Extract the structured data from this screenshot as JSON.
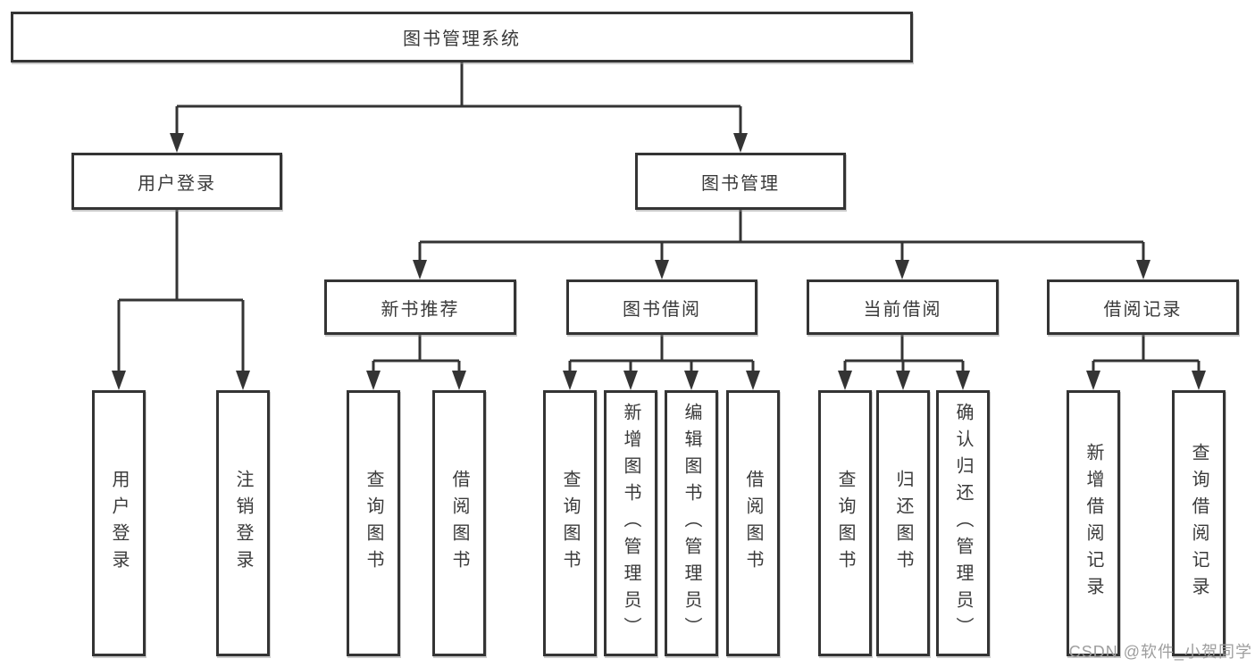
{
  "diagram_type": "hierarchy-tree",
  "tree": {
    "label": "图书管理系统",
    "children": [
      {
        "label": "用户登录",
        "children": [
          {
            "label": "用户登录"
          },
          {
            "label": "注销登录"
          }
        ]
      },
      {
        "label": "图书管理",
        "children": [
          {
            "label": "新书推荐",
            "children": [
              {
                "label": "查询图书"
              },
              {
                "label": "借阅图书"
              }
            ]
          },
          {
            "label": "图书借阅",
            "children": [
              {
                "label": "查询图书"
              },
              {
                "label": "新增图书（管理员）"
              },
              {
                "label": "编辑图书（管理员）"
              },
              {
                "label": "借阅图书"
              }
            ]
          },
          {
            "label": "当前借阅",
            "children": [
              {
                "label": "查询图书"
              },
              {
                "label": "归还图书"
              },
              {
                "label": "确认归还（管理员）"
              }
            ]
          },
          {
            "label": "借阅记录",
            "children": [
              {
                "label": "新增借阅记录"
              },
              {
                "label": "查询借阅记录"
              }
            ]
          }
        ]
      }
    ]
  },
  "watermark": {
    "text": "CSDN @软件_小贺同学"
  },
  "colors": {
    "background": "#ffffff",
    "box_border": "#343434",
    "line": "#343434",
    "text": "#3a3a3a",
    "watermark": "#9e9e9e"
  }
}
